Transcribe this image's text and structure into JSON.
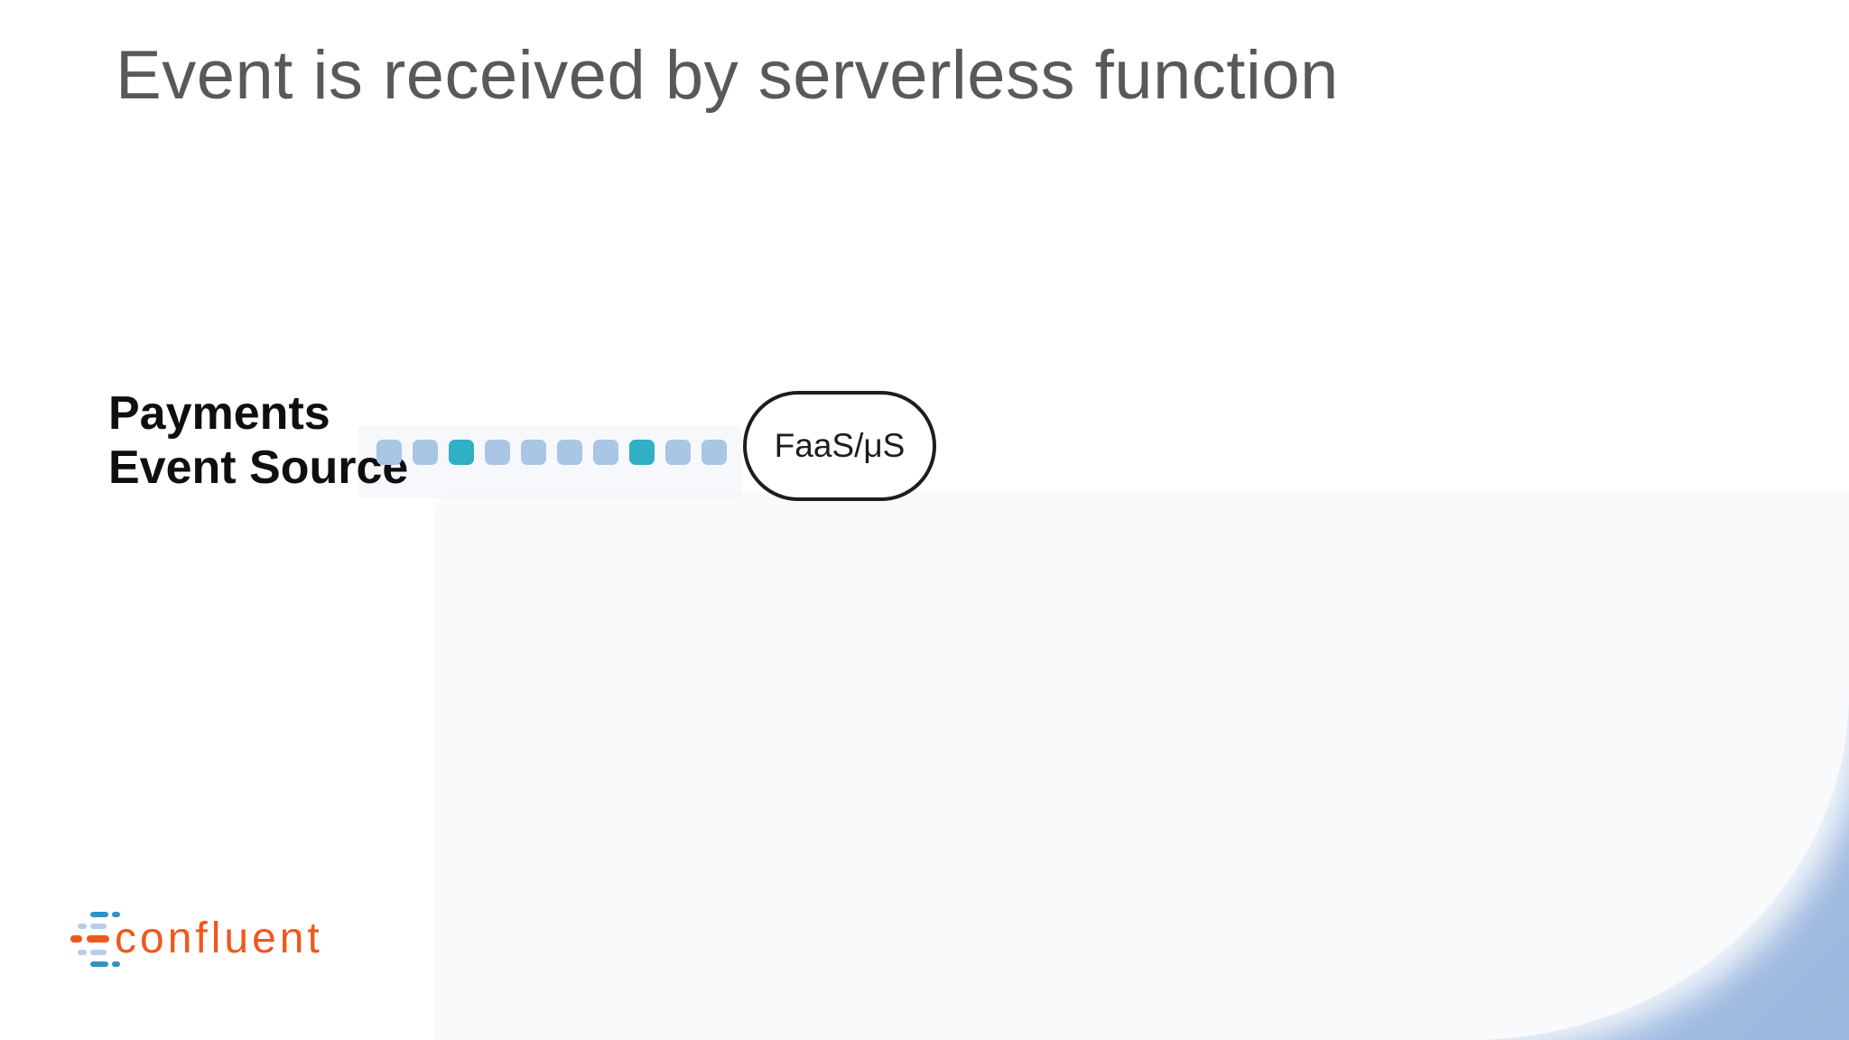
{
  "slide": {
    "title": "Event is received by serverless function",
    "source_line1": "Payments",
    "source_line2": "Event Source",
    "faas_label": "FaaS/μS",
    "logo_text": "confluent"
  },
  "diagram": {
    "stream_squares": [
      "light",
      "light",
      "teal",
      "light",
      "light",
      "light",
      "light",
      "teal",
      "light",
      "light"
    ]
  },
  "colors": {
    "title_gray": "#58595b",
    "text_black": "#0f0f0f",
    "square_light": "#a9c6e5",
    "square_teal": "#2fb0c4",
    "pill_border": "#1d1d1d",
    "corner_blue_light": "#b3c7e8",
    "corner_blue_dark": "#9cb8de",
    "logo_orange": "#f0581c",
    "logo_blue": "#2e93c6",
    "logo_light_blue": "#b7cde9"
  }
}
